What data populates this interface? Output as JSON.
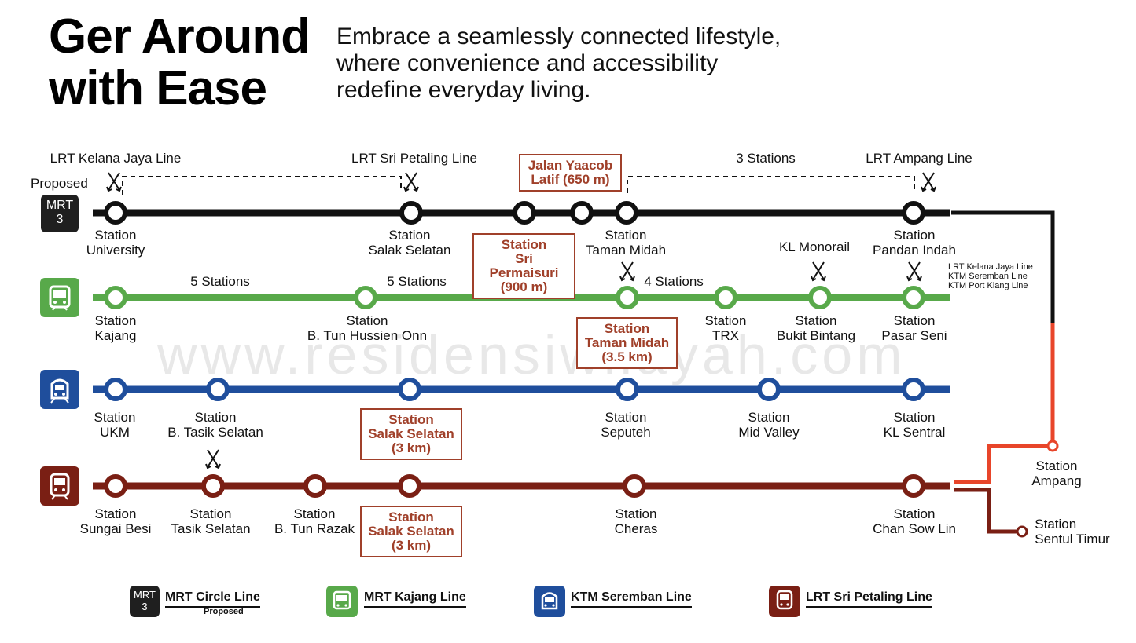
{
  "header": {
    "title_line1": "Ger Around",
    "title_line2": "with Ease",
    "subtitle_line1": "Embrace a seamlessly connected lifestyle,",
    "subtitle_line2": "where convenience and accessibility",
    "subtitle_line3": "redefine everyday living."
  },
  "watermark": "www.residensiwilayah.com",
  "colors": {
    "mrt_circle": "#111111",
    "mrt_kajang": "#58a94a",
    "ktm_seremban": "#1f4e9c",
    "lrt_sri_petaling": "#7a1f14",
    "ampang_segment": "#e8452a",
    "highlight_box": "#a0402a"
  },
  "lines": {
    "mrt_circle": {
      "badge_line1": "MRT",
      "badge_line2": "3",
      "proposed": "Proposed",
      "stations": [
        {
          "l1": "Station",
          "l2": "University"
        },
        {
          "l1": "Station",
          "l2": "Salak Selatan"
        },
        {
          "l1": "Station",
          "l2": "Taman Midah"
        },
        {
          "l1": "Station",
          "l2": "Pandan Indah"
        }
      ],
      "notes": [
        "LRT Kelana Jaya Line",
        "LRT Sri Petaling Line",
        "3 Stations",
        "LRT Ampang Line"
      ],
      "boxes": [
        {
          "l1": "Jalan Yaacob",
          "l2": "Latif (650 m)"
        },
        {
          "l1": "Station",
          "l2": "Sri Permaisuri",
          "l3": "(900 m)"
        }
      ]
    },
    "mrt_kajang": {
      "icon": "train-icon",
      "stations": [
        {
          "l1": "Station",
          "l2": "Kajang"
        },
        {
          "l1": "Station",
          "l2": "B. Tun Hussien Onn"
        },
        {
          "l1": "Station",
          "l2": "TRX"
        },
        {
          "l1": "Station",
          "l2": "Bukit Bintang"
        },
        {
          "l1": "Station",
          "l2": "Pasar Seni"
        }
      ],
      "notes": [
        "5 Stations",
        "5 Stations",
        "4 Stations",
        "KL Monorail"
      ],
      "interchange_lines": [
        "LRT Kelana Jaya Line",
        "KTM Seremban Line",
        "KTM Port Klang Line"
      ],
      "box": {
        "l1": "Station",
        "l2": "Taman Midah",
        "l3": "(3.5 km)"
      }
    },
    "ktm_seremban": {
      "icon": "commuter-train-icon",
      "stations": [
        {
          "l1": "Station",
          "l2": "UKM"
        },
        {
          "l1": "Station",
          "l2": "B. Tasik Selatan"
        },
        {
          "l1": "Station",
          "l2": "Seputeh"
        },
        {
          "l1": "Station",
          "l2": "Mid Valley"
        },
        {
          "l1": "Station",
          "l2": "KL Sentral"
        }
      ],
      "box": {
        "l1": "Station",
        "l2": "Salak Selatan",
        "l3": "(3 km)"
      }
    },
    "lrt_sri_petaling": {
      "icon": "lrt-train-icon",
      "stations": [
        {
          "l1": "Station",
          "l2": "Sungai Besi"
        },
        {
          "l1": "Station",
          "l2": "Tasik Selatan"
        },
        {
          "l1": "Station",
          "l2": "B. Tun Razak"
        },
        {
          "l1": "Station",
          "l2": "Cheras"
        },
        {
          "l1": "Station",
          "l2": "Chan Sow Lin"
        }
      ],
      "box": {
        "l1": "Station",
        "l2": "Salak Selatan",
        "l3": "(3 km)"
      }
    },
    "terminals": [
      {
        "l1": "Station",
        "l2": "Ampang"
      },
      {
        "l1": "Station",
        "l2": "Sentul Timur"
      }
    ]
  },
  "legend": [
    {
      "label": "MRT Circle Line",
      "sub": "Proposed",
      "badge1": "MRT",
      "badge2": "3"
    },
    {
      "label": "MRT Kajang Line"
    },
    {
      "label": "KTM Seremban Line"
    },
    {
      "label": "LRT Sri Petaling Line"
    }
  ]
}
